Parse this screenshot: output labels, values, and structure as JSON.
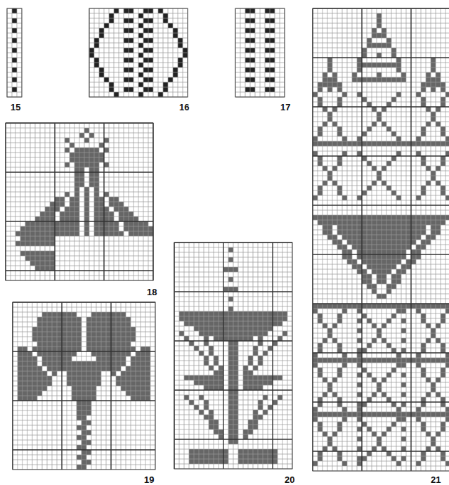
{
  "diagram": {
    "labels": [
      "15",
      "16",
      "17",
      "18",
      "19",
      "20",
      "21"
    ]
  }
}
